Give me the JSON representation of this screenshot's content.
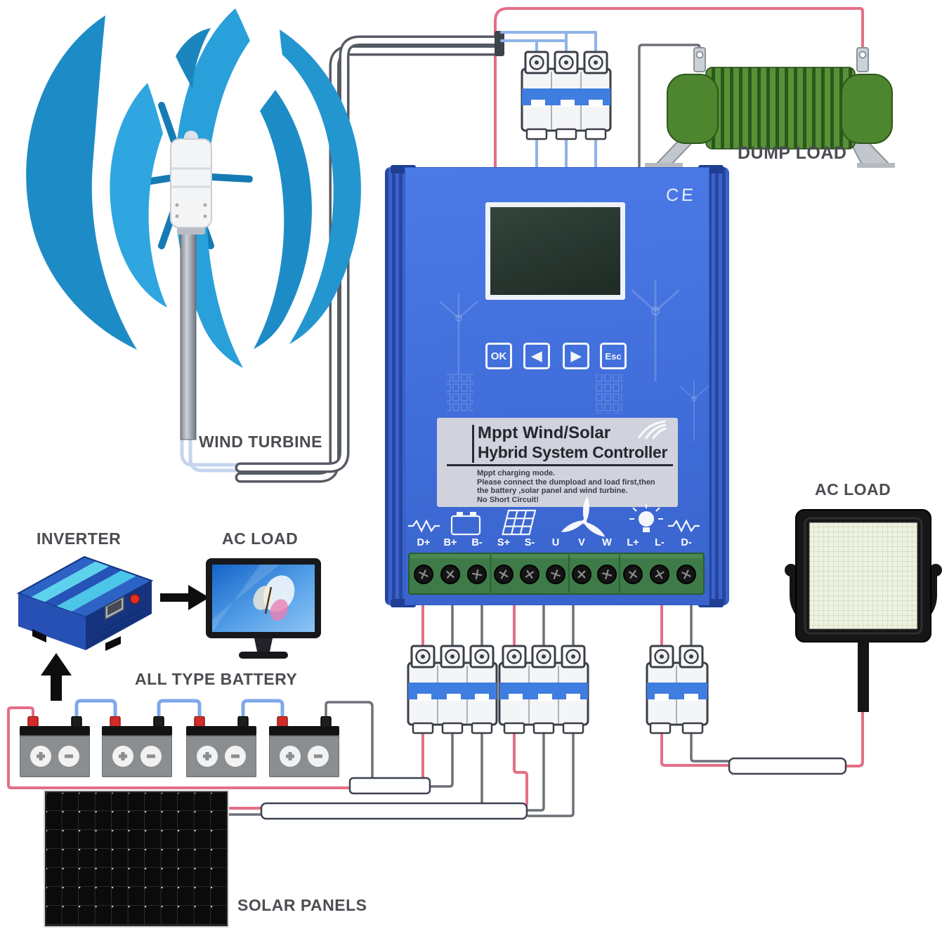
{
  "labels": {
    "wind_turbine": "WIND TURBINE",
    "dump_load": "DUMP LOAD",
    "inverter": "INVERTER",
    "ac_load_left": "AC LOAD",
    "all_type_battery": "ALL TYPE BATTERY",
    "solar_panels": "SOLAR PANELS",
    "ac_load_right": "AC LOAD"
  },
  "controller": {
    "title_line1": "Mppt Wind/Solar",
    "title_line2": "Hybrid System Controller",
    "notes": [
      "Mppt charging mode.",
      "Please connect the dumpload and load first,then",
      "the battery ,solar panel and wind turbine.",
      "No Short Circuit!"
    ],
    "ce_mark": "CE",
    "buttons": {
      "ok": "OK",
      "prev": "◀",
      "next": "▶",
      "esc": "Esc"
    },
    "terminals": [
      "D+",
      "B+",
      "B-",
      "S+",
      "S-",
      "U",
      "V",
      "W",
      "L+",
      "L-",
      "D-"
    ],
    "terminal_icons": [
      "resistor-icon",
      "battery-icon",
      "solar-panel-icon",
      "wind-turbine-icon",
      "lamp-icon",
      "resistor-icon"
    ]
  },
  "colors": {
    "controller_body": "#3f6cd8",
    "breaker_band": "#3f7de0",
    "dump_load_green": "#4e8630",
    "terminal_block_green": "#3e7b48",
    "wire_red": "#e56e86",
    "wire_blue": "#8fb3e8",
    "wire_gray": "#6d7078",
    "turbine_blue": "#1d8cc6",
    "label_text": "#4c4c52"
  }
}
